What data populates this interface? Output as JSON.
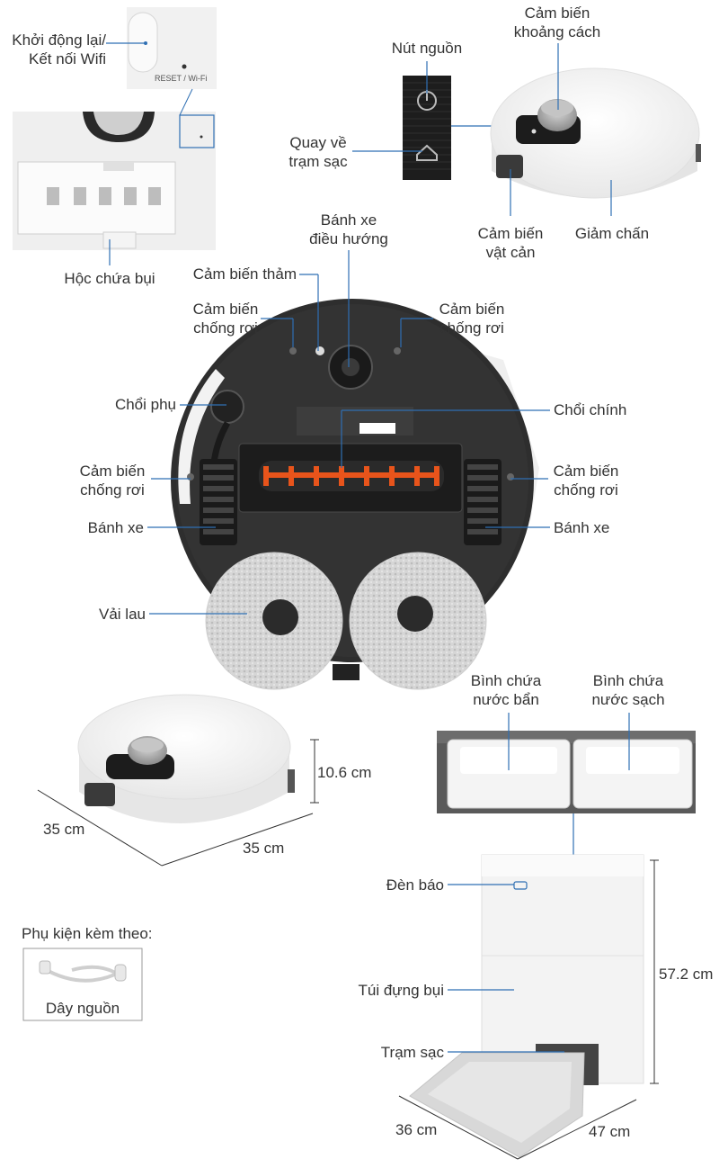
{
  "top_left": {
    "restart_line1": "Khởi động lại/",
    "restart_line2": "Kết nối Wifi",
    "reset_panel_text": "RESET / Wi-Fi",
    "dustbox_label": "Hộc chứa bụi"
  },
  "top_right": {
    "power_button": "Nút nguồn",
    "distance_sensor_line1": "Cảm biến",
    "distance_sensor_line2": "khoảng cách",
    "return_dock_line1": "Quay về",
    "return_dock_line2": "trạm sạc",
    "obstacle_sensor_line1": "Cảm biến",
    "obstacle_sensor_line2": "vật cản",
    "bumper": "Giảm chấn"
  },
  "bottom_view": {
    "nav_wheel_line1": "Bánh xe",
    "nav_wheel_line2": "điều hướng",
    "carpet_sensor": "Cảm biến thảm",
    "cliff_sensor_line1": "Cảm biến",
    "cliff_sensor_line2": "chống rơi",
    "side_brush": "Chổi phụ",
    "main_brush": "Chổi chính",
    "wheel": "Bánh xe",
    "mop": "Vải lau"
  },
  "dimensions": {
    "robot_height": "10.6 cm",
    "robot_width": "35 cm",
    "robot_depth": "35 cm",
    "dock_height": "57.2 cm",
    "dock_depth": "36 cm",
    "dock_width": "47 cm"
  },
  "dock": {
    "dirty_tank_line1": "Bình chứa",
    "dirty_tank_line2": "nước bẩn",
    "clean_tank_line1": "Bình chứa",
    "clean_tank_line2": "nước sạch",
    "indicator_light": "Đèn báo",
    "dust_bag": "Túi đựng bụi",
    "charging_station": "Trạm sạc"
  },
  "accessories": {
    "heading": "Phụ kiện kèm theo:",
    "power_cord": "Dây nguồn"
  }
}
